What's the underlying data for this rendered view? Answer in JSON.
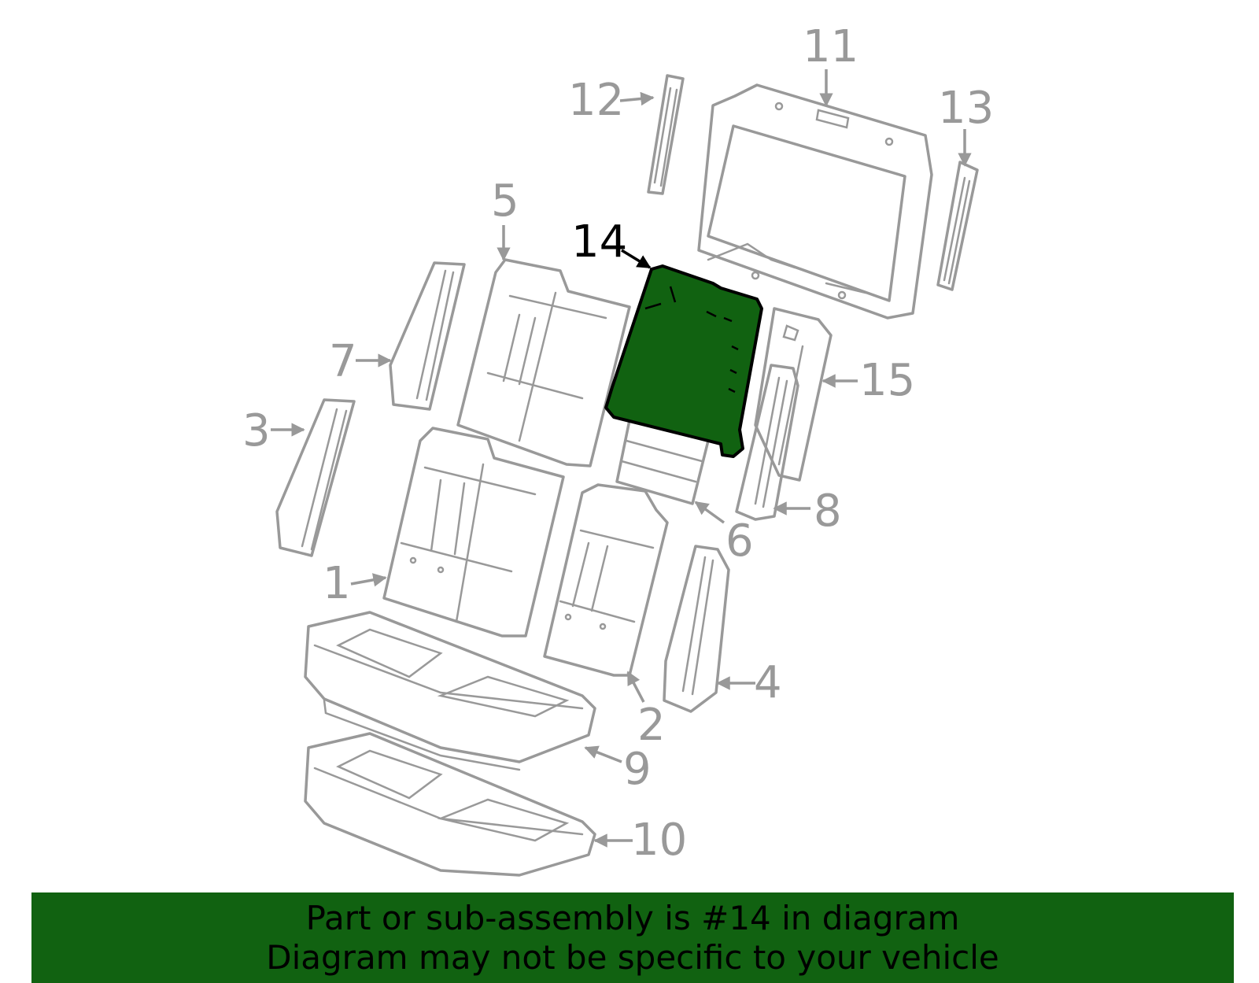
{
  "colors": {
    "highlight": "#116211",
    "line": "#999999",
    "active_label": "#000000",
    "banner_bg": "#116211",
    "banner_text": "#000000"
  },
  "callouts": {
    "c1": "1",
    "c2": "2",
    "c3": "3",
    "c4": "4",
    "c5": "5",
    "c6": "6",
    "c7": "7",
    "c8": "8",
    "c9": "9",
    "c10": "10",
    "c11": "11",
    "c12": "12",
    "c13": "13",
    "c14": "14",
    "c15": "15"
  },
  "highlighted_part": "14",
  "banner": {
    "line1": "Part or sub-assembly is #14 in diagram",
    "line2": "Diagram may not be specific to your vehicle"
  }
}
